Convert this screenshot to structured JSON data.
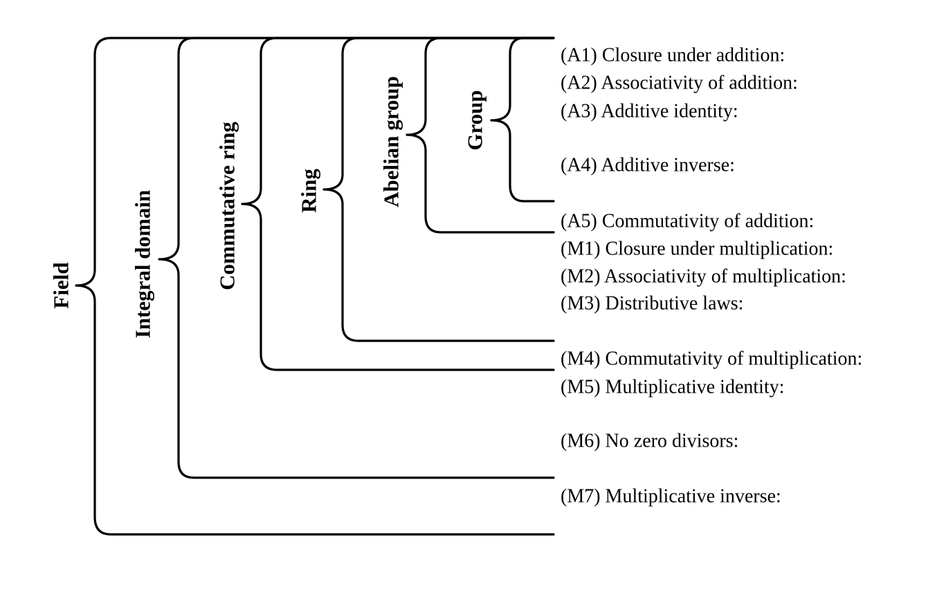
{
  "structures": [
    {
      "id": "field",
      "label": "Field"
    },
    {
      "id": "integral-domain",
      "label": "Integral domain"
    },
    {
      "id": "commutative-ring",
      "label": "Commutative ring"
    },
    {
      "id": "ring",
      "label": "Ring"
    },
    {
      "id": "abelian-group",
      "label": "Abelian group"
    },
    {
      "id": "group",
      "label": "Group"
    }
  ],
  "axioms": [
    {
      "id": "a1",
      "label": "(A1) Closure under addition:"
    },
    {
      "id": "a2",
      "label": "(A2) Associativity of addition:"
    },
    {
      "id": "a3",
      "label": "(A3) Additive identity:"
    },
    {
      "id": "a4",
      "label": "(A4) Additive inverse:"
    },
    {
      "id": "a5",
      "label": "(A5) Commutativity of addition:"
    },
    {
      "id": "m1",
      "label": "(M1) Closure under multiplication:"
    },
    {
      "id": "m2",
      "label": "(M2) Associativity of multiplication:"
    },
    {
      "id": "m3",
      "label": "(M3) Distributive laws:"
    },
    {
      "id": "m4",
      "label": "(M4) Commutativity of multiplication:"
    },
    {
      "id": "m5",
      "label": "(M5) Multiplicative identity:"
    },
    {
      "id": "m6",
      "label": "(M6) No zero divisors:"
    },
    {
      "id": "m7",
      "label": "(M7) Multiplicative inverse:"
    }
  ]
}
